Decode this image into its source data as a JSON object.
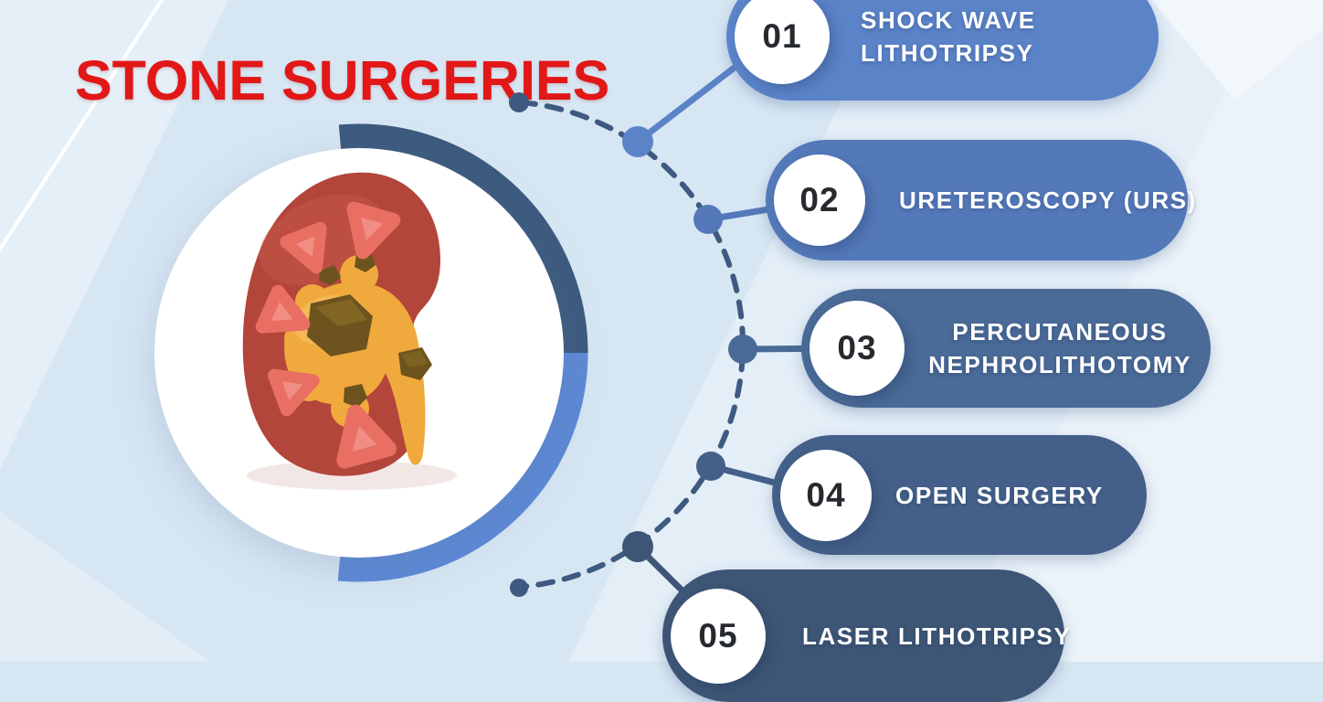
{
  "title": {
    "text": "STONE SURGERIES",
    "color": "#e21717"
  },
  "illustration": {
    "icon": "kidney-with-stones-3d",
    "arc_top_color": "#3c5a7e",
    "arc_bottom_color": "#5d89d6",
    "dashed_arc_color": "#3e5a80",
    "circle_fill": "#ffffff",
    "kidney_body_color": "#b2463a",
    "renal_pelvis_color": "#f0a93d",
    "calyx_color": "#e96f63",
    "stone_color": "#6d531d"
  },
  "items": [
    {
      "number": "01",
      "line1": "SHOCK WAVE",
      "line2": "LITHOTRIPSY",
      "color": "#5b83c8"
    },
    {
      "number": "02",
      "line1": "URETEROSCOPY (URS)",
      "line2": "",
      "color": "#5479b9"
    },
    {
      "number": "03",
      "line1": "PERCUTANEOUS",
      "line2": "NEPHROLITHOTOMY",
      "color": "#4a6a97"
    },
    {
      "number": "04",
      "line1": "OPEN SURGERY",
      "line2": "",
      "color": "#44608a"
    },
    {
      "number": "05",
      "line1": "LASER LITHOTRIPSY",
      "line2": "",
      "color": "#3d5676"
    }
  ]
}
